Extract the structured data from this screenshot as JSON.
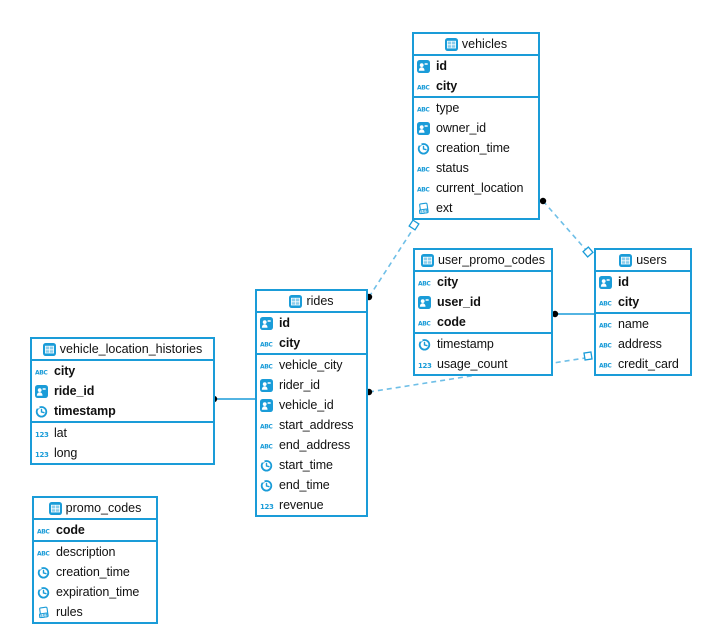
{
  "diagram": {
    "background_color": "#ffffff",
    "accent_color": "#1a9cd8",
    "dashed_line_color": "#6fbfe7",
    "endpoint_dot_color": "#000000",
    "tables": [
      {
        "name": "vehicles",
        "title": "vehicles",
        "primary_fields": [
          {
            "name": "id",
            "type": "uuid"
          },
          {
            "name": "city",
            "type": "text"
          }
        ],
        "fields": [
          {
            "name": "type",
            "type": "text"
          },
          {
            "name": "owner_id",
            "type": "uuid"
          },
          {
            "name": "creation_time",
            "type": "datetime"
          },
          {
            "name": "status",
            "type": "text"
          },
          {
            "name": "current_location",
            "type": "text"
          },
          {
            "name": "ext",
            "type": "json"
          }
        ]
      },
      {
        "name": "user_promo_codes",
        "title": "user_promo_codes",
        "primary_fields": [
          {
            "name": "city",
            "type": "text"
          },
          {
            "name": "user_id",
            "type": "uuid"
          },
          {
            "name": "code",
            "type": "text"
          }
        ],
        "fields": [
          {
            "name": "timestamp",
            "type": "datetime"
          },
          {
            "name": "usage_count",
            "type": "number"
          }
        ]
      },
      {
        "name": "users",
        "title": "users",
        "primary_fields": [
          {
            "name": "id",
            "type": "uuid"
          },
          {
            "name": "city",
            "type": "text"
          }
        ],
        "fields": [
          {
            "name": "name",
            "type": "text"
          },
          {
            "name": "address",
            "type": "text"
          },
          {
            "name": "credit_card",
            "type": "text"
          }
        ]
      },
      {
        "name": "rides",
        "title": "rides",
        "primary_fields": [
          {
            "name": "id",
            "type": "uuid"
          },
          {
            "name": "city",
            "type": "text"
          }
        ],
        "fields": [
          {
            "name": "vehicle_city",
            "type": "text"
          },
          {
            "name": "rider_id",
            "type": "uuid"
          },
          {
            "name": "vehicle_id",
            "type": "uuid"
          },
          {
            "name": "start_address",
            "type": "text"
          },
          {
            "name": "end_address",
            "type": "text"
          },
          {
            "name": "start_time",
            "type": "datetime"
          },
          {
            "name": "end_time",
            "type": "datetime"
          },
          {
            "name": "revenue",
            "type": "number"
          }
        ]
      },
      {
        "name": "vehicle_location_histories",
        "title": "vehicle_location_histories",
        "primary_fields": [
          {
            "name": "city",
            "type": "text"
          },
          {
            "name": "ride_id",
            "type": "uuid"
          },
          {
            "name": "timestamp",
            "type": "datetime"
          }
        ],
        "fields": [
          {
            "name": "lat",
            "type": "number"
          },
          {
            "name": "long",
            "type": "number"
          }
        ]
      },
      {
        "name": "promo_codes",
        "title": "promo_codes",
        "primary_fields": [
          {
            "name": "code",
            "type": "text"
          }
        ],
        "fields": [
          {
            "name": "description",
            "type": "text"
          },
          {
            "name": "creation_time",
            "type": "datetime"
          },
          {
            "name": "expiration_time",
            "type": "datetime"
          },
          {
            "name": "rules",
            "type": "json"
          }
        ]
      }
    ],
    "relationships": [
      {
        "from": "rides",
        "to": "vehicles",
        "style": "dashed"
      },
      {
        "from": "vehicles",
        "to": "users",
        "style": "dashed"
      },
      {
        "from": "rides",
        "to": "users",
        "style": "dashed"
      },
      {
        "from": "user_promo_codes",
        "to": "users",
        "style": "solid"
      },
      {
        "from": "vehicle_location_histories",
        "to": "rides",
        "style": "solid"
      }
    ]
  }
}
